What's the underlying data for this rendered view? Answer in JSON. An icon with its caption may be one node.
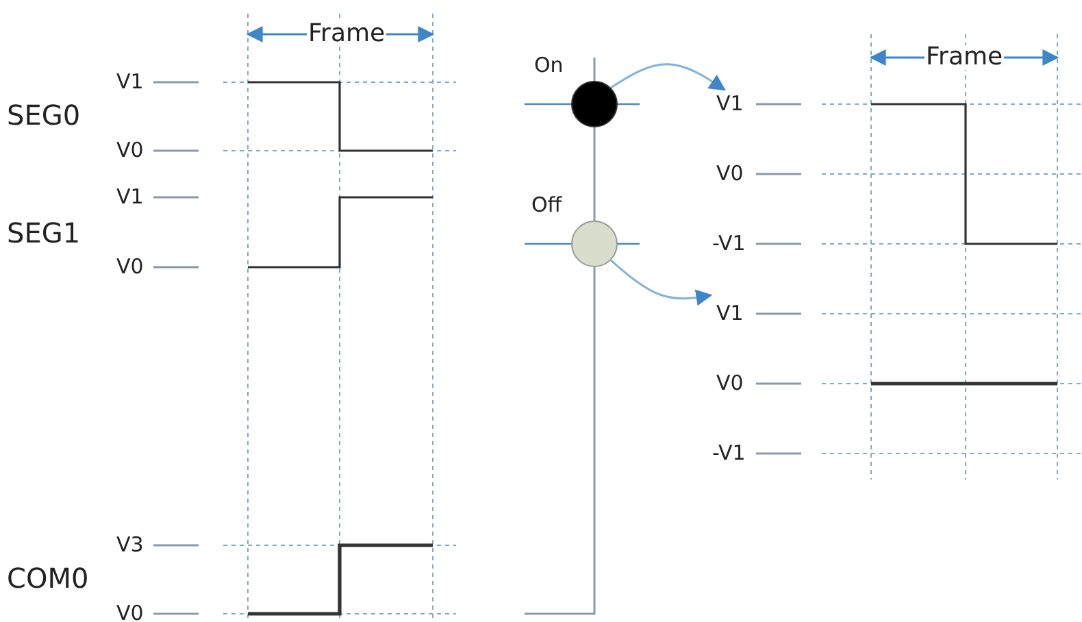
{
  "diagram": {
    "nodes": [
      {
        "text": [],
        "shape": "circle",
        "beside": [
          "On"
        ]
      },
      {
        "text": [],
        "shape": "circle",
        "beside": [
          "Off"
        ]
      },
      {
        "text": [
          "V1"
        ]
      },
      {
        "text": [
          "V1"
        ]
      }
    ],
    "edges": [
      {
        "from": 0,
        "to": 2,
        "arrow": "to"
      },
      {
        "from": 1,
        "to": 3,
        "arrow": "to"
      }
    ],
    "labels": [
      "Frame",
      "V1",
      "SEG0",
      "V0",
      "V1",
      "SEG1",
      "V0",
      "V3",
      "COM0",
      "V0",
      "Frame",
      "V0",
      "-V1",
      "V0",
      "-V1"
    ]
  }
}
